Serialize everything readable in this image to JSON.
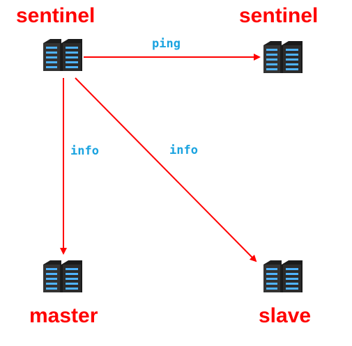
{
  "nodes": {
    "sentinel_a": {
      "label": "sentinel",
      "icon": "server-rack-icon"
    },
    "sentinel_b": {
      "label": "sentinel",
      "icon": "server-rack-icon"
    },
    "master": {
      "label": "master",
      "icon": "server-rack-icon"
    },
    "slave": {
      "label": "slave",
      "icon": "server-rack-icon"
    }
  },
  "edges": {
    "ping": {
      "label": "ping",
      "from": "sentinel_a",
      "to": "sentinel_b"
    },
    "info_master": {
      "label": "info",
      "from": "sentinel_a",
      "to": "master"
    },
    "info_slave": {
      "label": "info",
      "from": "sentinel_a",
      "to": "slave"
    }
  },
  "colors": {
    "node_label": "#ff0000",
    "edge": "#ff0000",
    "edge_label": "#1aa3e0",
    "server_body": "#2c2c2c",
    "server_led": "#4fb3ff"
  }
}
